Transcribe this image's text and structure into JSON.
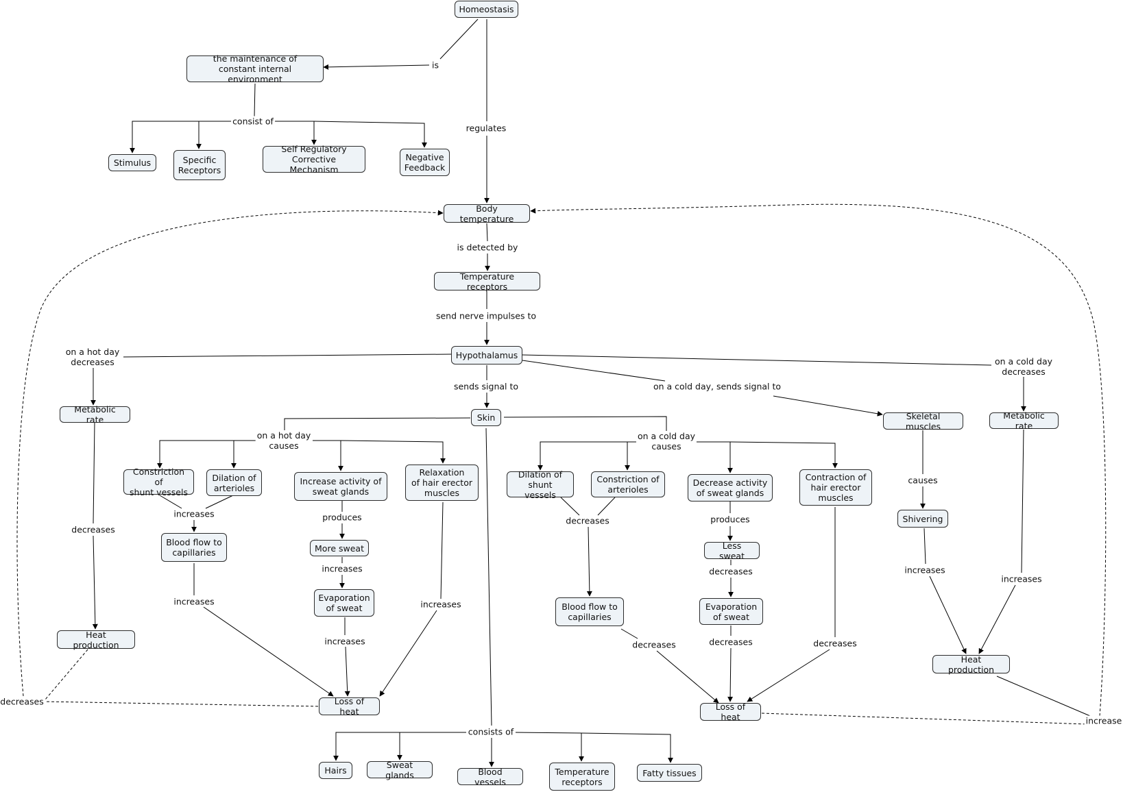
{
  "nodes": {
    "homeostasis": "Homeostasis",
    "maintenance": "the maintenance of\nconstant internal environment",
    "stimulus": "Stimulus",
    "specific_receptors": "Specific\nReceptors",
    "self_regulatory": "Self Regulatory\nCorrective Mechanism",
    "negative_feedback": "Negative\nFeedback",
    "body_temperature": "Body temperature",
    "temperature_receptors": "Temperature receptors",
    "hypothalamus": "Hypothalamus",
    "metabolic_rate_left": "Metabolic rate",
    "heat_production_left": "Heat production",
    "skin": "Skin",
    "constriction_shunt": "Constriction of\nshunt vessels",
    "dilation_arterioles": "Dilation of\narterioles",
    "increase_sweat_glands": "Increase activity of\nsweat glands",
    "relaxation_hair": "Relaxation\nof hair erector\nmuscles",
    "blood_flow_hot": "Blood flow to\ncapillaries",
    "more_sweat": "More sweat",
    "evaporation_hot": "Evaporation\nof sweat",
    "loss_heat_hot": "Loss of heat",
    "dilation_shunt": "Dilation of\nshunt vessels",
    "constriction_arterioles": "Constriction of\narterioles",
    "decrease_sweat_glands": "Decrease activity\nof sweat glands",
    "contraction_hair": "Contraction of\nhair erector\nmuscles",
    "less_sweat": "Less sweat",
    "evaporation_cold": "Evaporation\nof sweat",
    "blood_flow_cold": "Blood flow to\ncapillaries",
    "loss_heat_cold": "Loss of heat",
    "skeletal_muscles": "Skeletal muscles",
    "shivering": "Shivering",
    "metabolic_rate_right": "Metabolic rate",
    "heat_production_right": "Heat production",
    "hairs": "Hairs",
    "sweat_glands": "Sweat glands",
    "blood_vessels": "Blood vessels",
    "temp_receptors_skin": "Temperature\nreceptors",
    "fatty_tissues": "Fatty tissues"
  },
  "labels": {
    "is": "is",
    "regulates": "regulates",
    "consist_of": "consist of",
    "is_detected_by": "is detected by",
    "send_nerve_impulses": "send nerve impulses to",
    "hot_day_decreases": "on a hot day\ndecreases",
    "sends_signal_to": "sends signal to",
    "cold_day_sends_signal": "on a cold day, sends signal to",
    "cold_day_decreases": "on a cold day\ndecreases",
    "hot_day_causes": "on a hot day\ncauses",
    "cold_day_causes": "on a cold day\ncauses",
    "decreases_metabolic": "decreases",
    "increases_vessels": "increases",
    "produces_hot": "produces",
    "increases_sweat": "increases",
    "increases_blood_hot": "increases",
    "increases_evap_hot": "increases",
    "increases_relax": "increases",
    "decreases_vessels_cold": "decreases",
    "produces_cold": "produces",
    "decreases_less_sweat": "decreases",
    "decreases_blood_cold": "decreases",
    "decreases_evap_cold": "decreases",
    "decreases_contraction": "decreases",
    "causes_shiver": "causes",
    "increases_shiver": "increases",
    "increases_metabolic_right": "increases",
    "decreases_feedback": "decreases",
    "increase_feedback": "increase",
    "consists_of": "consists of"
  }
}
